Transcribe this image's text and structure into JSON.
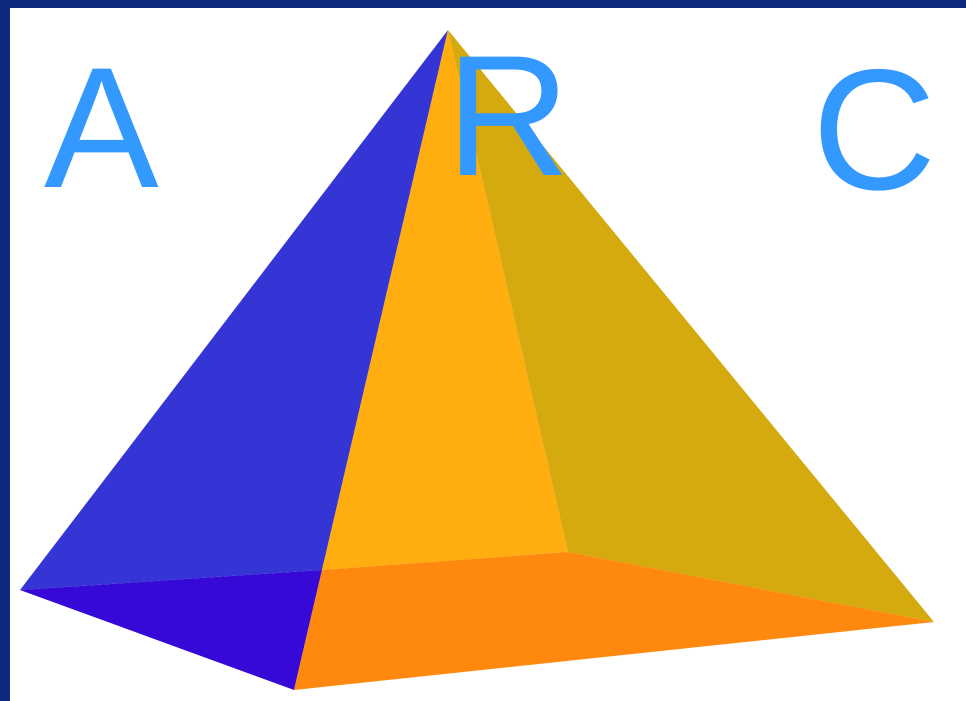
{
  "labels": {
    "a": "A",
    "r": "R",
    "c": "C"
  },
  "colors": {
    "border": "#0d2a7c",
    "label": "#3399ff",
    "face_left": "#3535d6",
    "face_front": "#ffad0f",
    "face_right": "#d4aa0e",
    "base_left": "#3609d6",
    "base_front": "#ff880e"
  }
}
